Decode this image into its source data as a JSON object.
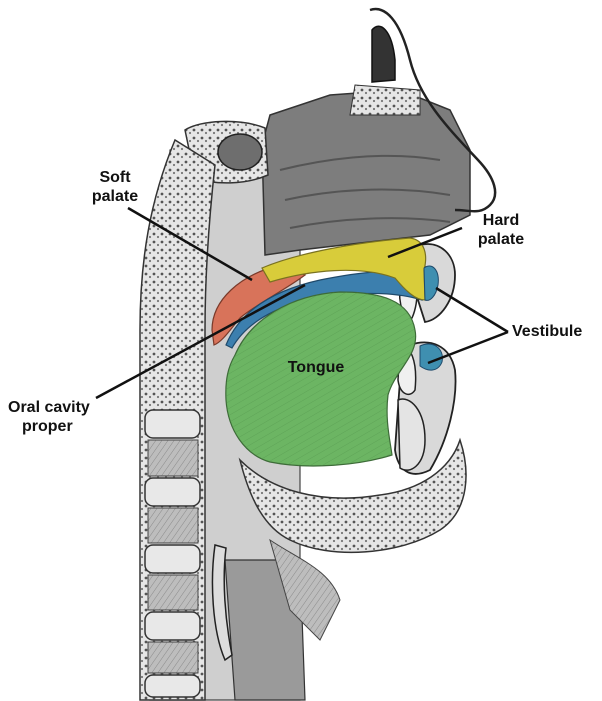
{
  "diagram": {
    "labels": {
      "soft_palate": {
        "line1": "Soft",
        "line2": "palate"
      },
      "hard_palate": {
        "line1": "Hard",
        "line2": "palate"
      },
      "vestibule": "Vestibule",
      "tongue": "Tongue",
      "oral_cavity_proper": {
        "line1": "Oral cavity",
        "line2": "proper"
      }
    },
    "region_colors": {
      "soft_palate": "#d8735a",
      "hard_palate": "#d8cc3a",
      "oral_cavity_proper": "#3c7fae",
      "tongue": "#6cb563",
      "vestibule": "#3f8fb0"
    }
  }
}
